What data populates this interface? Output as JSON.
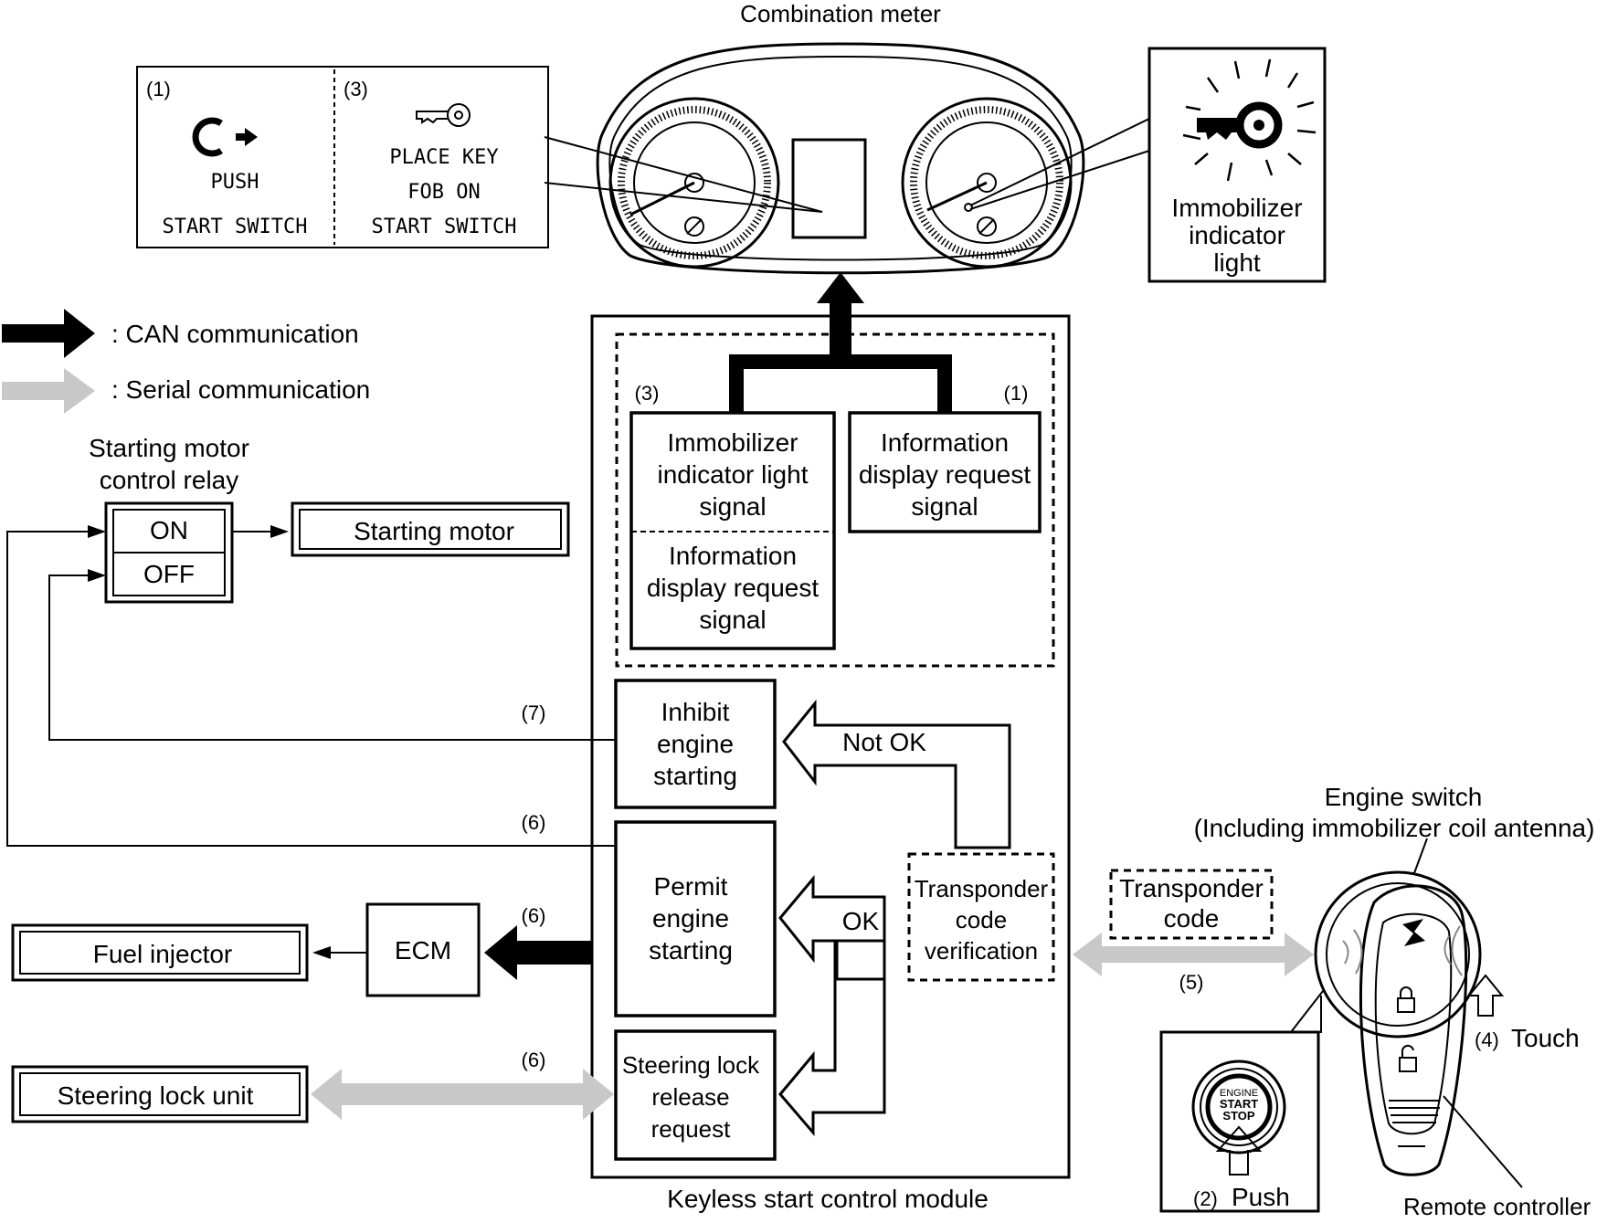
{
  "combination_meter": {
    "title": "Combination meter",
    "panel": {
      "left_num": "(1)",
      "left_push": "PUSH",
      "left_bottom": "START SWITCH",
      "right_num": "(3)",
      "right_line1": "PLACE KEY",
      "right_line2": "FOB ON",
      "right_bottom": "START SWITCH"
    },
    "indicator": [
      "Immobilizer",
      "indicator",
      "light"
    ]
  },
  "legend": {
    "can": ":  CAN communication",
    "serial": ":  Serial communication"
  },
  "relay": {
    "title": [
      "Starting motor",
      "control relay"
    ],
    "on": "ON",
    "off": "OFF"
  },
  "starting_motor": "Starting motor",
  "module": {
    "title": "Keyless start control module",
    "num_left": "(3)",
    "num_right": "(1)",
    "immobilizer_signal": [
      "Immobilizer",
      "indicator light",
      "signal"
    ],
    "info_signal_lower": [
      "Information",
      "display request",
      "signal"
    ],
    "info_signal_right": [
      "Information",
      "display request",
      "signal"
    ],
    "inhibit": [
      "Inhibit",
      "engine",
      "starting"
    ],
    "permit": [
      "Permit",
      "engine",
      "starting"
    ],
    "steering": [
      "Steering lock",
      "release",
      "request"
    ],
    "not_ok": "Not OK",
    "ok": "OK",
    "transponder_verify": [
      "Transponder",
      "code",
      "verification"
    ]
  },
  "labels": {
    "n7": "(7)",
    "n6a": "(6)",
    "n6b": "(6)",
    "n6c": "(6)",
    "n5": "(5)"
  },
  "fuel_injector": "Fuel injector",
  "ecm": "ECM",
  "steering_lock_unit": "Steering lock unit",
  "transponder_code": [
    "Transponder",
    "code"
  ],
  "engine_switch": [
    "Engine switch",
    "(Including immobilizer coil antenna)"
  ],
  "button": {
    "l1": "ENGINE",
    "l2": "START",
    "l3": "STOP",
    "push_num": "(2)",
    "push": "Push"
  },
  "touch": {
    "num": "(4)",
    "label": "Touch"
  },
  "remote_controller": "Remote controller"
}
